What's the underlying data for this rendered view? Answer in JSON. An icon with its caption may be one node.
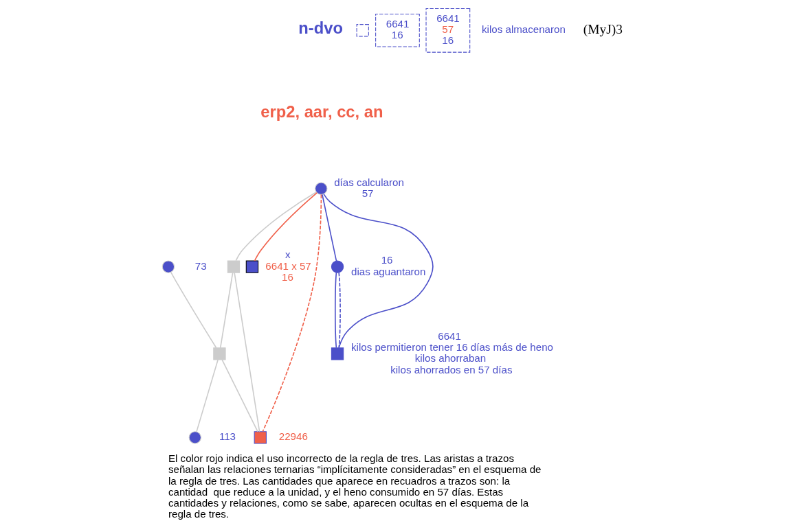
{
  "diagram": {
    "caption": "El color rojo indica el uso incorrecto de la regla de tres. Las aristas a trazos señalan las relaciones ternarias “implícitamente consideradas” en el esquema de la regla de tres. Las cantidades que aparece en recuadros a trazos son: la cantidad  que reduce a la unidad, y el heno consumido en 57 días. Estas cantidades y relaciones, como se sabe, aparecen ocultas en el esquema de la regla de tres.",
    "nodes": [
      {
        "text": [],
        "shape": "circle",
        "beside": [
          "días calcularon",
          "57"
        ]
      },
      {
        "text": [],
        "shape": "box"
      },
      {
        "text": [],
        "shape": "box",
        "beside": [
          "x",
          "6641 x 57",
          "16"
        ]
      },
      {
        "text": [],
        "shape": "box",
        "beside": [
          "22946"
        ]
      },
      {
        "text": [],
        "shape": "circle",
        "beside": [
          "73"
        ]
      },
      {
        "text": [],
        "shape": "box"
      },
      {
        "text": [],
        "shape": "circle",
        "beside": [
          "16",
          "dias aguantaron"
        ]
      },
      {
        "text": [],
        "shape": "circle",
        "beside": [
          "113"
        ]
      },
      {
        "text": [],
        "shape": "box",
        "beside": [
          "6641",
          "kilos permitieron tener 16 días más de heno",
          "kilos ahorraban",
          "kilos ahorrados en 57 días"
        ]
      },
      {
        "text": [],
        "shape": "box"
      },
      {
        "text": [
          "6641",
          "16"
        ]
      },
      {
        "text": [
          "6641",
          "57",
          "16"
        ]
      }
    ],
    "edges": [
      {
        "from": 0,
        "to": 1,
        "arrow": "none",
        "color": "#cccccc"
      },
      {
        "from": 1,
        "to": 3,
        "arrow": "none",
        "color": "#cccccc"
      },
      {
        "from": 1,
        "to": 5,
        "arrow": "none",
        "color": "#cccccc"
      },
      {
        "from": 5,
        "to": 7,
        "arrow": "none",
        "color": "#cccccc"
      },
      {
        "from": 4,
        "to": 5,
        "arrow": "none",
        "color": "#cccccc"
      },
      {
        "from": 5,
        "to": 3,
        "arrow": "none",
        "color": "#cccccc"
      },
      {
        "from": 0,
        "to": 2,
        "arrow": "none",
        "color": "#f0604a"
      },
      {
        "from": 0,
        "to": 3,
        "arrow": "none",
        "style": "dashed",
        "color": "#f0604a"
      },
      {
        "from": 0,
        "to": 6,
        "arrow": "none",
        "color": "#4b4fc9"
      },
      {
        "from": 0,
        "to": 8,
        "arrow": "none",
        "color": "#4b4fc9"
      },
      {
        "from": 6,
        "to": 8,
        "arrow": "none",
        "color": "#4b4fc9"
      },
      {
        "from": 6,
        "to": 8,
        "arrow": "none",
        "style": "dashed",
        "color": "#4b4fc9"
      }
    ],
    "labels": [
      "n-dvo",
      "erp2, aar, cc, an",
      "kilos almacenaron",
      "(MyJ)3"
    ]
  }
}
